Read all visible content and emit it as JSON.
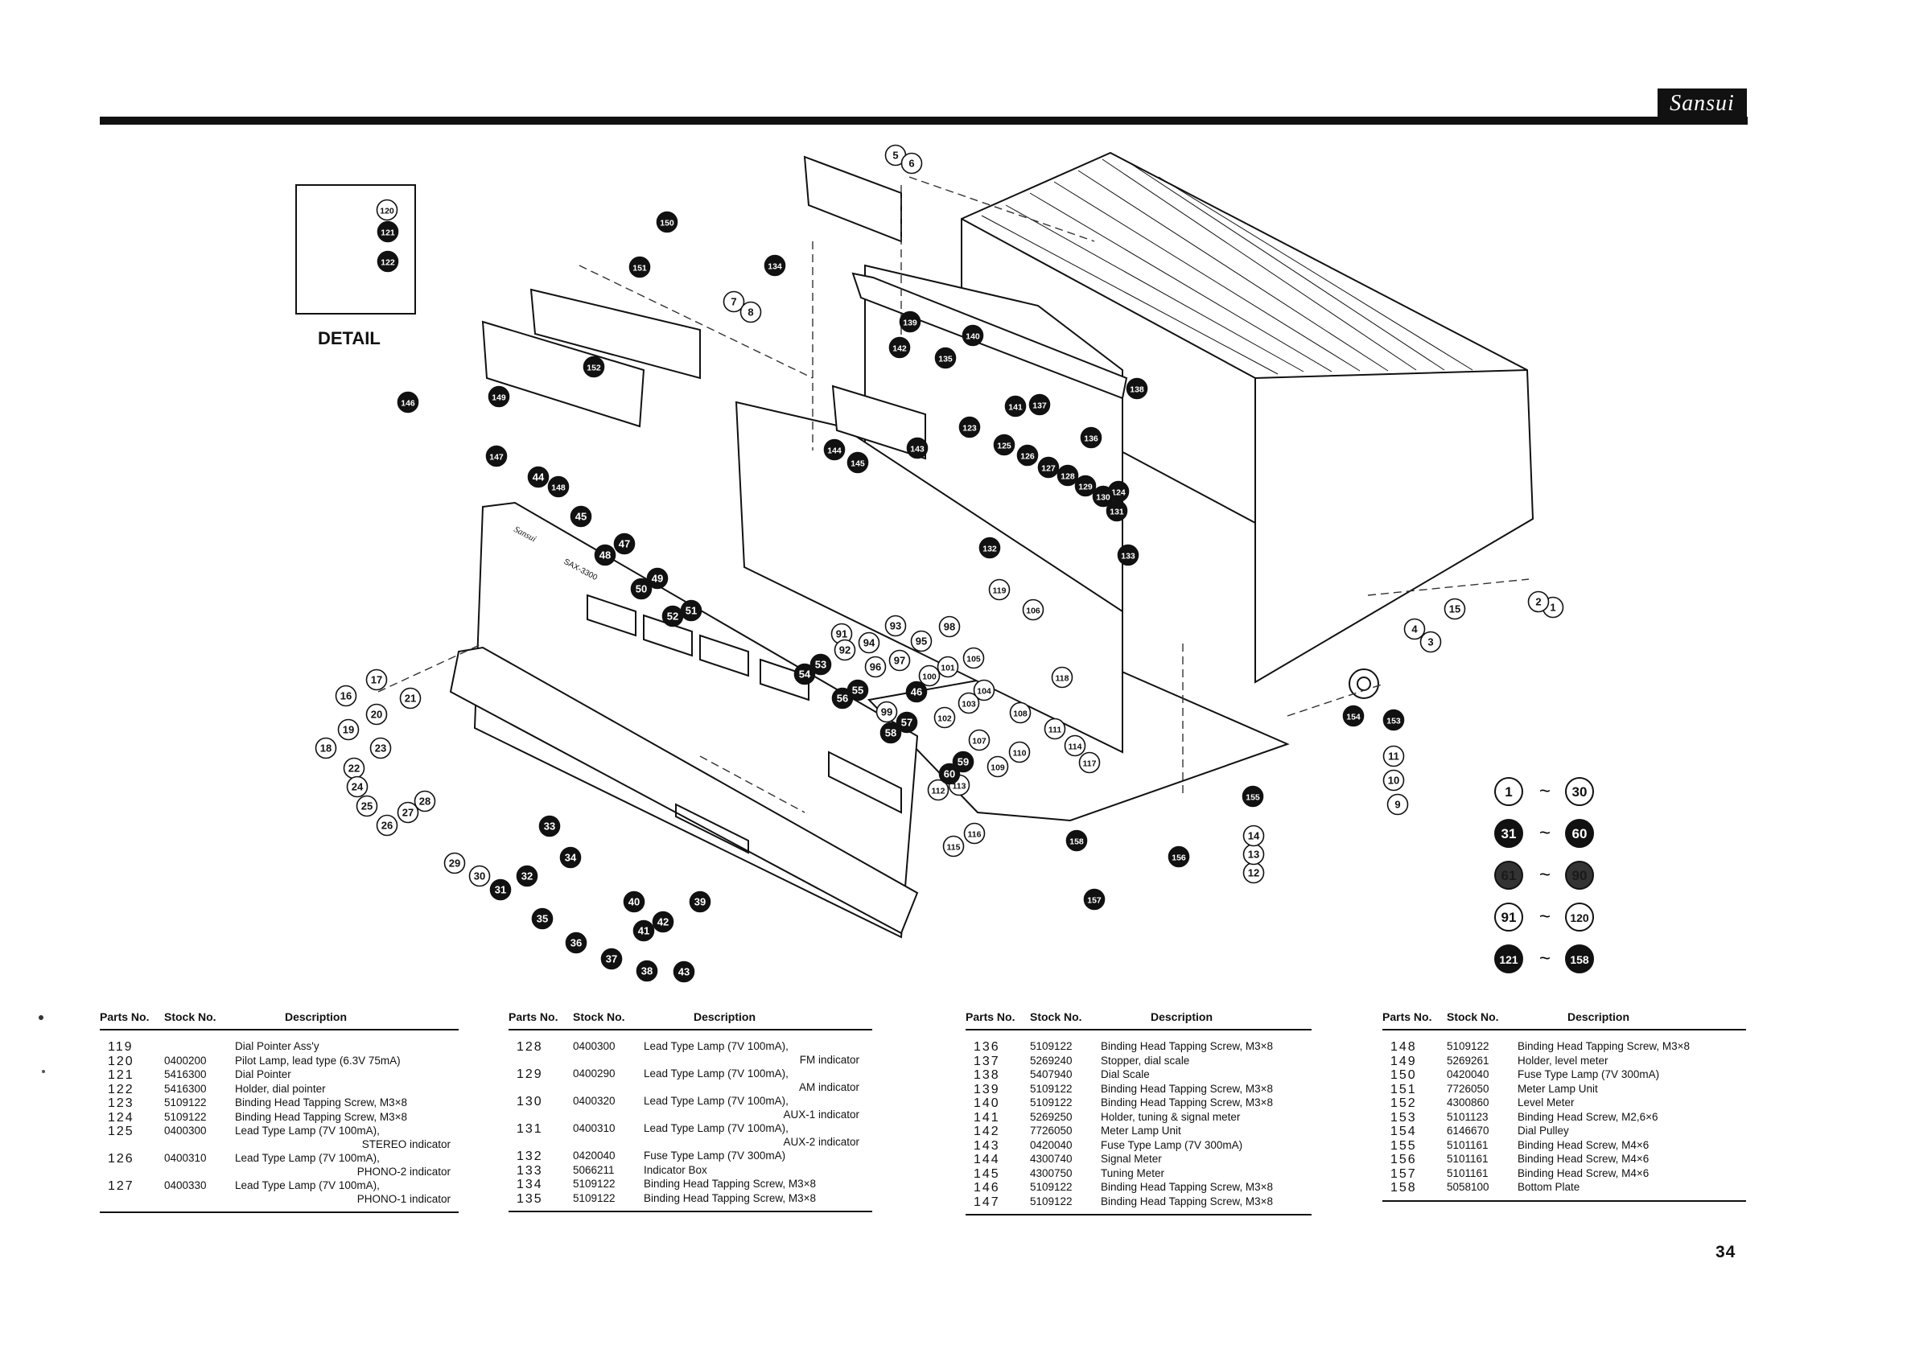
{
  "brand": "Sansui",
  "page_number": "34",
  "diagram": {
    "detail_label": "DETAIL",
    "detail_ref": "119",
    "panel_model": "SAX-3300",
    "panel_brand": "Sansui",
    "callouts_white": [
      "1",
      "2",
      "3",
      "4",
      "5",
      "6",
      "7",
      "8",
      "9",
      "10",
      "11",
      "12",
      "13",
      "14",
      "15",
      "16",
      "17",
      "18",
      "19",
      "20",
      "21",
      "22",
      "23",
      "24",
      "25",
      "26",
      "27",
      "28",
      "29",
      "30",
      "91",
      "92",
      "93",
      "94",
      "95",
      "96",
      "97",
      "98",
      "99",
      "100",
      "101",
      "102",
      "103",
      "104",
      "105",
      "106",
      "107",
      "108",
      "109",
      "110",
      "111",
      "112",
      "113",
      "114",
      "115",
      "116",
      "117",
      "118",
      "119",
      "120"
    ],
    "callouts_black": [
      "31",
      "32",
      "33",
      "34",
      "35",
      "36",
      "37",
      "38",
      "39",
      "40",
      "41",
      "42",
      "43",
      "44",
      "45",
      "46",
      "47",
      "48",
      "49",
      "50",
      "51",
      "52",
      "53",
      "54",
      "55",
      "56",
      "57",
      "58",
      "59",
      "60",
      "121",
      "122",
      "123",
      "124",
      "125",
      "126",
      "127",
      "128",
      "129",
      "130",
      "131",
      "132",
      "133",
      "134",
      "135",
      "136",
      "137",
      "138",
      "139",
      "140",
      "141",
      "142",
      "143",
      "144",
      "145",
      "146",
      "147",
      "148",
      "149",
      "150",
      "151",
      "152",
      "153",
      "154",
      "155",
      "156",
      "157",
      "158"
    ],
    "legend": [
      {
        "from": "1",
        "to": "30",
        "style": "white"
      },
      {
        "from": "31",
        "to": "60",
        "style": "black"
      },
      {
        "from": "61",
        "to": "90",
        "style": "dark"
      },
      {
        "from": "91",
        "to": "120",
        "style": "white"
      },
      {
        "from": "121",
        "to": "158",
        "style": "black"
      }
    ],
    "legend_sep": "~"
  },
  "table_headers": {
    "parts_no": "Parts No.",
    "stock_no": "Stock No.",
    "description": "Description"
  },
  "tables": [
    {
      "rows": [
        {
          "part": "119",
          "stock": "",
          "desc": "Dial Pointer Ass'y"
        },
        {
          "part": "120",
          "stock": "0400200",
          "desc": "Pilot Lamp, lead type (6.3V 75mA)"
        },
        {
          "part": "121",
          "stock": "5416300",
          "desc": "Dial Pointer"
        },
        {
          "part": "122",
          "stock": "5416300",
          "desc": "Holder, dial pointer"
        },
        {
          "part": "123",
          "stock": "5109122",
          "desc": "Binding Head Tapping Screw, M3×8"
        },
        {
          "part": "124",
          "stock": "5109122",
          "desc": "Binding Head Tapping Screw, M3×8"
        },
        {
          "part": "125",
          "stock": "0400300",
          "desc": "Lead Type Lamp (7V 100mA),",
          "desc2": "STEREO indicator"
        },
        {
          "part": "126",
          "stock": "0400310",
          "desc": "Lead Type Lamp (7V 100mA),",
          "desc2": "PHONO-2 indicator"
        },
        {
          "part": "127",
          "stock": "0400330",
          "desc": "Lead Type Lamp (7V 100mA),",
          "desc2": "PHONO-1 indicator"
        }
      ]
    },
    {
      "rows": [
        {
          "part": "128",
          "stock": "0400300",
          "desc": "Lead Type Lamp (7V 100mA),",
          "desc2": "FM indicator"
        },
        {
          "part": "129",
          "stock": "0400290",
          "desc": "Lead Type Lamp (7V 100mA),",
          "desc2": "AM indicator"
        },
        {
          "part": "130",
          "stock": "0400320",
          "desc": "Lead Type Lamp (7V 100mA),",
          "desc2": "AUX-1 indicator"
        },
        {
          "part": "131",
          "stock": "0400310",
          "desc": "Lead Type Lamp (7V 100mA),",
          "desc2": "AUX-2 indicator"
        },
        {
          "part": "132",
          "stock": "0420040",
          "desc": "Fuse Type Lamp (7V 300mA)"
        },
        {
          "part": "133",
          "stock": "5066211",
          "desc": "Indicator Box"
        },
        {
          "part": "134",
          "stock": "5109122",
          "desc": "Binding Head Tapping Screw, M3×8"
        },
        {
          "part": "135",
          "stock": "5109122",
          "desc": "Binding Head Tapping Screw, M3×8"
        }
      ]
    },
    {
      "rows": [
        {
          "part": "136",
          "stock": "5109122",
          "desc": "Binding Head Tapping Screw, M3×8"
        },
        {
          "part": "137",
          "stock": "5269240",
          "desc": "Stopper, dial scale"
        },
        {
          "part": "138",
          "stock": "5407940",
          "desc": "Dial Scale"
        },
        {
          "part": "139",
          "stock": "5109122",
          "desc": "Binding Head Tapping Screw, M3×8"
        },
        {
          "part": "140",
          "stock": "5109122",
          "desc": "Binding Head Tapping Screw, M3×8"
        },
        {
          "part": "141",
          "stock": "5269250",
          "desc": "Holder, tuning & signal meter"
        },
        {
          "part": "142",
          "stock": "7726050",
          "desc": "Meter Lamp Unit"
        },
        {
          "part": "143",
          "stock": "0420040",
          "desc": "Fuse Type Lamp (7V 300mA)"
        },
        {
          "part": "144",
          "stock": "4300740",
          "desc": "Signal Meter"
        },
        {
          "part": "145",
          "stock": "4300750",
          "desc": "Tuning Meter"
        },
        {
          "part": "146",
          "stock": "5109122",
          "desc": "Binding Head Tapping Screw, M3×8"
        },
        {
          "part": "147",
          "stock": "5109122",
          "desc": "Binding Head Tapping Screw, M3×8"
        }
      ]
    },
    {
      "rows": [
        {
          "part": "148",
          "stock": "5109122",
          "desc": "Binding Head Tapping Screw, M3×8"
        },
        {
          "part": "149",
          "stock": "5269261",
          "desc": "Holder, level meter"
        },
        {
          "part": "150",
          "stock": "0420040",
          "desc": "Fuse Type Lamp (7V 300mA)"
        },
        {
          "part": "151",
          "stock": "7726050",
          "desc": "Meter Lamp Unit"
        },
        {
          "part": "152",
          "stock": "4300860",
          "desc": "Level Meter"
        },
        {
          "part": "153",
          "stock": "5101123",
          "desc": "Binding Head Screw, M2,6×6"
        },
        {
          "part": "154",
          "stock": "6146670",
          "desc": "Dial Pulley"
        },
        {
          "part": "155",
          "stock": "5101161",
          "desc": "Binding Head Screw, M4×6"
        },
        {
          "part": "156",
          "stock": "5101161",
          "desc": "Binding Head Screw, M4×6"
        },
        {
          "part": "157",
          "stock": "5101161",
          "desc": "Binding Head Screw, M4×6"
        },
        {
          "part": "158",
          "stock": "5058100",
          "desc": "Bottom Plate"
        }
      ]
    }
  ]
}
